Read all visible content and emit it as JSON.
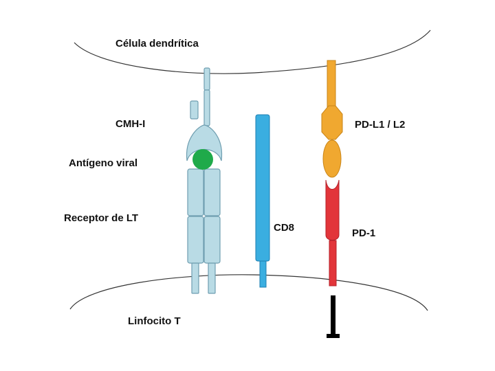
{
  "labels": {
    "dendritic_cell": "Célula dendrítica",
    "mhc": "CMH-I",
    "viral_antigen": "Antígeno viral",
    "tcr": "Receptor de LT",
    "cd8": "CD8",
    "pd_ligand": "PD-L1 / L2",
    "pd1": "PD-1",
    "t_cell": "Linfocito T"
  },
  "colors": {
    "membrane": "#333333",
    "mhc_tcr_fill": "#b9dbe5",
    "mhc_tcr_stroke": "#6f9eb0",
    "antigen": "#1faa4a",
    "cd8": "#3aaee0",
    "pd_ligand": "#f0a830",
    "pd1": "#e2353a",
    "inhibitor": "#000000"
  }
}
